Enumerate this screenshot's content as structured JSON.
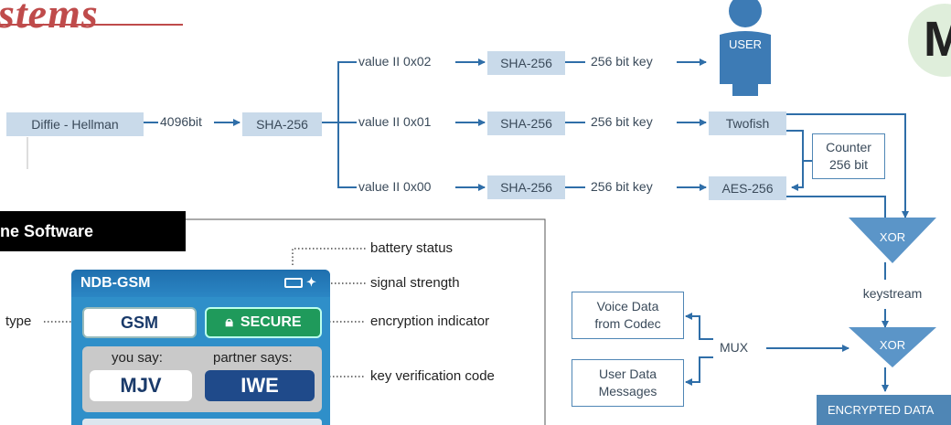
{
  "logo": {
    "text": "stems"
  },
  "flow": {
    "dh": "Diffie - Hellman",
    "dh_bits": "4096bit",
    "sha_main": "SHA-256",
    "val2": "value II 0x02",
    "val1": "value II 0x01",
    "val0": "value II 0x00",
    "sha": "SHA-256",
    "key256": "256 bit key",
    "user": "USER",
    "twofish": "Twofish",
    "aes": "AES-256",
    "counter_line1": "Counter",
    "counter_line2": "256 bit",
    "xor": "XOR",
    "keystream": "keystream",
    "voice_line1": "Voice Data",
    "voice_line2": "from Codec",
    "userdata_line1": "User Data",
    "userdata_line2": "Messages",
    "mux": "MUX",
    "encrypted": "ENCRYPTED DATA",
    "m_letter": "M"
  },
  "software": {
    "title": "ne Software",
    "annotations": {
      "battery": "battery status",
      "signal": "signal strength",
      "encryption": "encryption indicator",
      "keycode": "key verification code",
      "type": "type"
    },
    "phone": {
      "app_name": "NDB-GSM",
      "network": "GSM",
      "secure": "SECURE",
      "you_say_label": "you say:",
      "partner_says_label": "partner says:",
      "you_say_code": "MJV",
      "partner_code": "IWE"
    }
  },
  "colors": {
    "box_fill": "#c9daea",
    "arrow": "#2f6ea8",
    "xor_fill": "#5b95c8",
    "secure_green": "#1f9a5b",
    "phone_blue": "#2f8fc9",
    "logo_red": "#bf4b4b"
  }
}
